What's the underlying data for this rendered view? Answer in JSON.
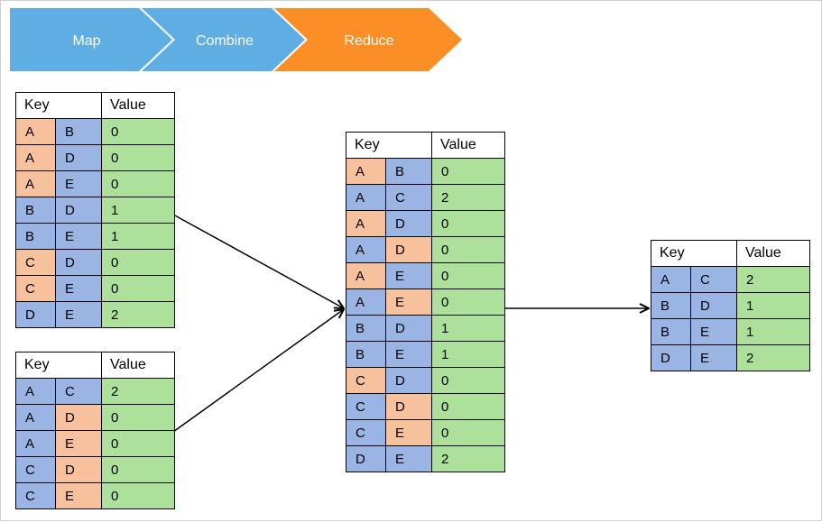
{
  "pipeline": {
    "stages": [
      {
        "label": "Map",
        "color": "#5eade3"
      },
      {
        "label": "Combine",
        "color": "#5eade3"
      },
      {
        "label": "Reduce",
        "color": "#fb8e24"
      }
    ]
  },
  "colors": {
    "key_orange": "#f8c19e",
    "key_blue": "#9ab4e4",
    "value_green": "#ade19b",
    "stage_blue": "#5eade3",
    "stage_orange": "#fb8e24"
  },
  "tables": [
    {
      "id": "map-output-1",
      "header": {
        "key": "Key",
        "value": "Value"
      },
      "rows": [
        {
          "k1": "A",
          "k1c": "o",
          "k2": "B",
          "k2c": "b",
          "v": "0"
        },
        {
          "k1": "A",
          "k1c": "o",
          "k2": "D",
          "k2c": "b",
          "v": "0"
        },
        {
          "k1": "A",
          "k1c": "o",
          "k2": "E",
          "k2c": "b",
          "v": "0"
        },
        {
          "k1": "B",
          "k1c": "b",
          "k2": "D",
          "k2c": "b",
          "v": "1"
        },
        {
          "k1": "B",
          "k1c": "b",
          "k2": "E",
          "k2c": "b",
          "v": "1"
        },
        {
          "k1": "C",
          "k1c": "o",
          "k2": "D",
          "k2c": "b",
          "v": "0"
        },
        {
          "k1": "C",
          "k1c": "o",
          "k2": "E",
          "k2c": "b",
          "v": "0"
        },
        {
          "k1": "D",
          "k1c": "b",
          "k2": "E",
          "k2c": "b",
          "v": "2"
        }
      ]
    },
    {
      "id": "map-output-2",
      "header": {
        "key": "Key",
        "value": "Value"
      },
      "rows": [
        {
          "k1": "A",
          "k1c": "b",
          "k2": "C",
          "k2c": "b",
          "v": "2"
        },
        {
          "k1": "A",
          "k1c": "b",
          "k2": "D",
          "k2c": "o",
          "v": "0"
        },
        {
          "k1": "A",
          "k1c": "b",
          "k2": "E",
          "k2c": "o",
          "v": "0"
        },
        {
          "k1": "C",
          "k1c": "b",
          "k2": "D",
          "k2c": "o",
          "v": "0"
        },
        {
          "k1": "C",
          "k1c": "b",
          "k2": "E",
          "k2c": "o",
          "v": "0"
        }
      ]
    },
    {
      "id": "combined",
      "header": {
        "key": "Key",
        "value": "Value"
      },
      "rows": [
        {
          "k1": "A",
          "k1c": "o",
          "k2": "B",
          "k2c": "b",
          "v": "0"
        },
        {
          "k1": "A",
          "k1c": "b",
          "k2": "C",
          "k2c": "b",
          "v": "2"
        },
        {
          "k1": "A",
          "k1c": "o",
          "k2": "D",
          "k2c": "b",
          "v": "0"
        },
        {
          "k1": "A",
          "k1c": "b",
          "k2": "D",
          "k2c": "o",
          "v": "0"
        },
        {
          "k1": "A",
          "k1c": "o",
          "k2": "E",
          "k2c": "b",
          "v": "0"
        },
        {
          "k1": "A",
          "k1c": "b",
          "k2": "E",
          "k2c": "o",
          "v": "0"
        },
        {
          "k1": "B",
          "k1c": "b",
          "k2": "D",
          "k2c": "b",
          "v": "1"
        },
        {
          "k1": "B",
          "k1c": "b",
          "k2": "E",
          "k2c": "b",
          "v": "1"
        },
        {
          "k1": "C",
          "k1c": "o",
          "k2": "D",
          "k2c": "b",
          "v": "0"
        },
        {
          "k1": "C",
          "k1c": "b",
          "k2": "D",
          "k2c": "o",
          "v": "0"
        },
        {
          "k1": "C",
          "k1c": "b",
          "k2": "E",
          "k2c": "o",
          "v": "0"
        },
        {
          "k1": "D",
          "k1c": "b",
          "k2": "E",
          "k2c": "b",
          "v": "2"
        }
      ]
    },
    {
      "id": "reduced",
      "header": {
        "key": "Key",
        "value": "Value"
      },
      "rows": [
        {
          "k1": "A",
          "k1c": "b",
          "k2": "C",
          "k2c": "b",
          "v": "2"
        },
        {
          "k1": "B",
          "k1c": "b",
          "k2": "D",
          "k2c": "b",
          "v": "1"
        },
        {
          "k1": "B",
          "k1c": "b",
          "k2": "E",
          "k2c": "b",
          "v": "1"
        },
        {
          "k1": "D",
          "k1c": "b",
          "k2": "E",
          "k2c": "b",
          "v": "2"
        }
      ]
    }
  ]
}
